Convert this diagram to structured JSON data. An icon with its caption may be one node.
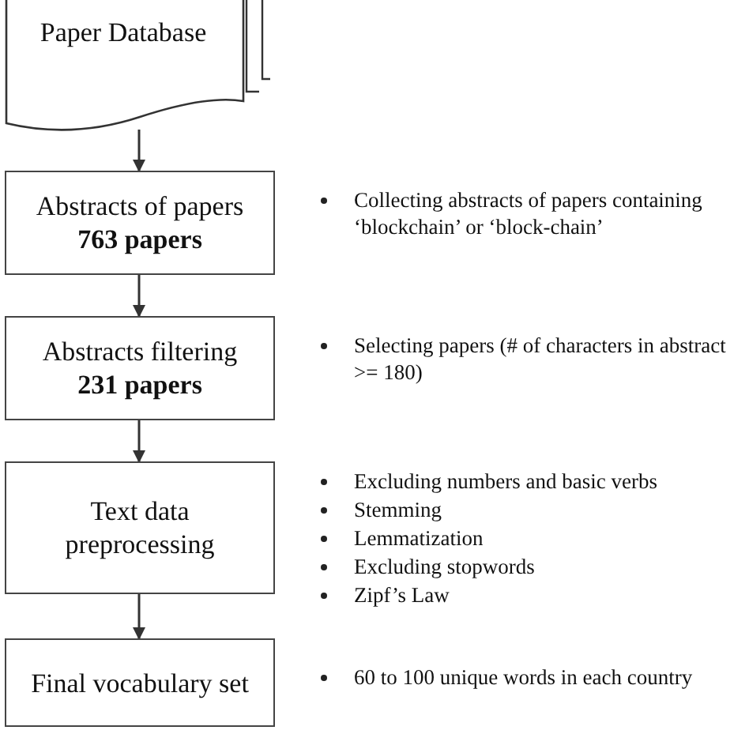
{
  "diagram": {
    "nodes": [
      {
        "text": [
          "Paper Database"
        ]
      },
      {
        "text": [
          "Abstracts of papers",
          "763 papers"
        ],
        "beside": [
          "Collecting abstracts of papers containing ‘blockchain’ or ‘block-chain’"
        ]
      },
      {
        "text": [
          "Abstracts filtering",
          "231 papers"
        ],
        "beside": [
          "Selecting papers (# of characters in abstract >= 180)"
        ]
      },
      {
        "text": [
          "Text data preprocessing"
        ],
        "beside": [
          "Excluding numbers and basic verbs",
          "Stemming",
          "Lemmatization",
          "Excluding stopwords",
          "Zipf’s Law"
        ]
      },
      {
        "text": [
          "Final vocabulary set"
        ],
        "beside": [
          "60 to 100 unique words in each country"
        ]
      }
    ],
    "edges": [
      {
        "from": 0,
        "to": 1,
        "arrow": "to"
      },
      {
        "from": 1,
        "to": 2,
        "arrow": "to"
      },
      {
        "from": 2,
        "to": 3,
        "arrow": "to"
      },
      {
        "from": 3,
        "to": 4,
        "arrow": "to"
      }
    ]
  }
}
